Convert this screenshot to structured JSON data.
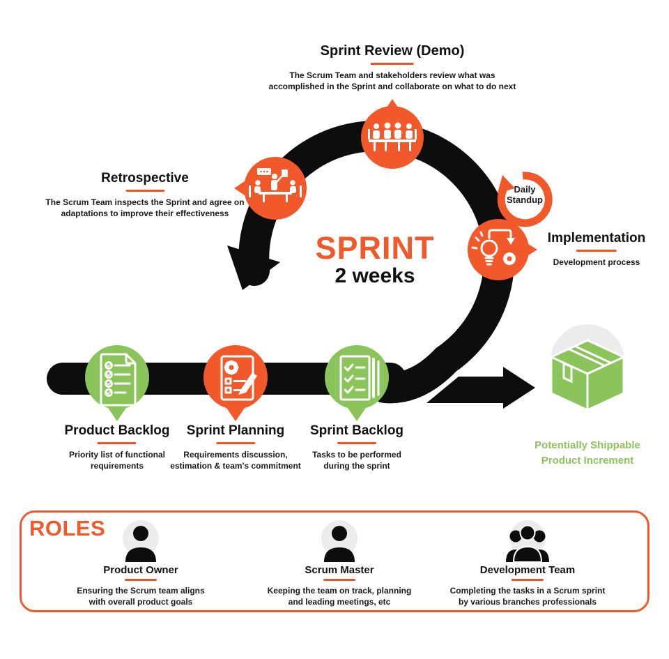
{
  "colors": {
    "orange": "#F1592A",
    "underline_orange": "#F4511E",
    "green": "#8BC45A",
    "black": "#0D0D0D",
    "light_gray": "#ECECEC"
  },
  "sprint_review": {
    "title": "Sprint Review (Demo)",
    "desc1": "The Scrum Team and stakeholders review what was",
    "desc2": "accomplished in the Sprint and collaborate on what to do next"
  },
  "retrospective": {
    "title": "Retrospective",
    "desc1": "The Scrum Team inspects the Sprint and agree on",
    "desc2": "adaptations to improve their effectiveness"
  },
  "sprint": {
    "title": "SPRINT",
    "duration": "2 weeks"
  },
  "daily_standup": {
    "line1": "Daily",
    "line2": "Standup"
  },
  "implementation": {
    "title": "Implementation",
    "desc": "Development process"
  },
  "steps": [
    {
      "title": "Product Backlog",
      "desc1": "Priority list of functional",
      "desc2": "requirements"
    },
    {
      "title": "Sprint Planning",
      "desc1": "Requirements discussion,",
      "desc2": "estimation & team's commitment"
    },
    {
      "title": "Sprint Backlog",
      "desc1": "Tasks to be performed",
      "desc2": "during the sprint"
    }
  ],
  "increment": {
    "line1": "Potentially Shippable",
    "line2": "Product Increment"
  },
  "roles": {
    "heading": "ROLES",
    "items": [
      {
        "title": "Product Owner",
        "desc1": "Ensuring the Scrum team aligns",
        "desc2": "with overall product goals",
        "icon": "person-icon"
      },
      {
        "title": "Scrum Master",
        "desc1": "Keeping the team on track, planning",
        "desc2": "and leading meetings, etc",
        "icon": "person-icon"
      },
      {
        "title": "Development Team",
        "desc1": "Completing the tasks in a Scrum sprint",
        "desc2": "by various branches professionals",
        "icon": "people-group-icon"
      }
    ]
  },
  "icons": [
    "sprint-review-meeting-icon",
    "retrospective-meeting-icon",
    "daily-standup-loop-icon",
    "implementation-bulb-gear-icon",
    "product-backlog-checklist-icon",
    "sprint-planning-document-icon",
    "sprint-backlog-checklist-icon",
    "shippable-package-icon",
    "person-icon",
    "people-group-icon"
  ]
}
